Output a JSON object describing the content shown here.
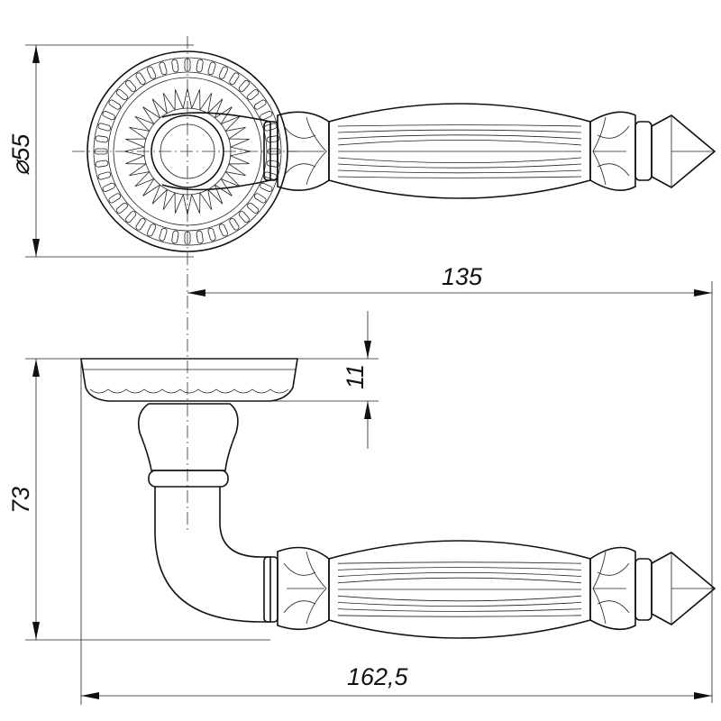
{
  "title": "Door lever handle on round rosette - dimensional drawing",
  "dimensions": {
    "rosette_diameter": "55",
    "rosette_diameter_symbol": "⌀",
    "lever_length": "135",
    "rosette_height": "11",
    "total_height": "73",
    "total_length": "162,5"
  },
  "colors": {
    "line": "#111111",
    "background": "#ffffff"
  }
}
